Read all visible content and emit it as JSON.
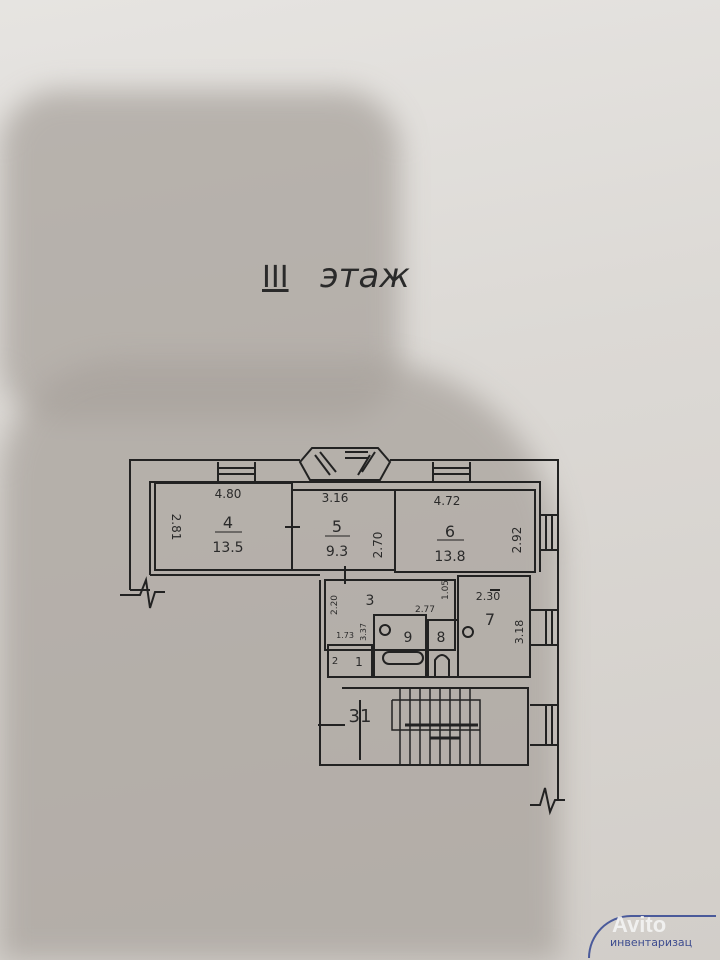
{
  "title": {
    "roman": "III",
    "word": "этаж"
  },
  "rooms": [
    {
      "number": "4",
      "area": "13.5",
      "width": "4.80",
      "depth": "2.81"
    },
    {
      "number": "5",
      "area": "9.3",
      "width": "3.16",
      "depth": "2.70"
    },
    {
      "number": "6",
      "area": "13.8",
      "width": "4.72",
      "depth": "2.92"
    },
    {
      "number": "3",
      "dim1": "2.20",
      "dim2": "1.73",
      "dim3": "3.37"
    },
    {
      "number": "7",
      "width": "2.30",
      "depth": "3.18"
    },
    {
      "number": "9",
      "width": "2.77"
    },
    {
      "number": "8",
      "width": "1.05"
    },
    {
      "number": "1"
    },
    {
      "number": "2"
    },
    {
      "number": "31"
    }
  ],
  "watermark": "Avito",
  "stamp_text": "инвентаризац"
}
